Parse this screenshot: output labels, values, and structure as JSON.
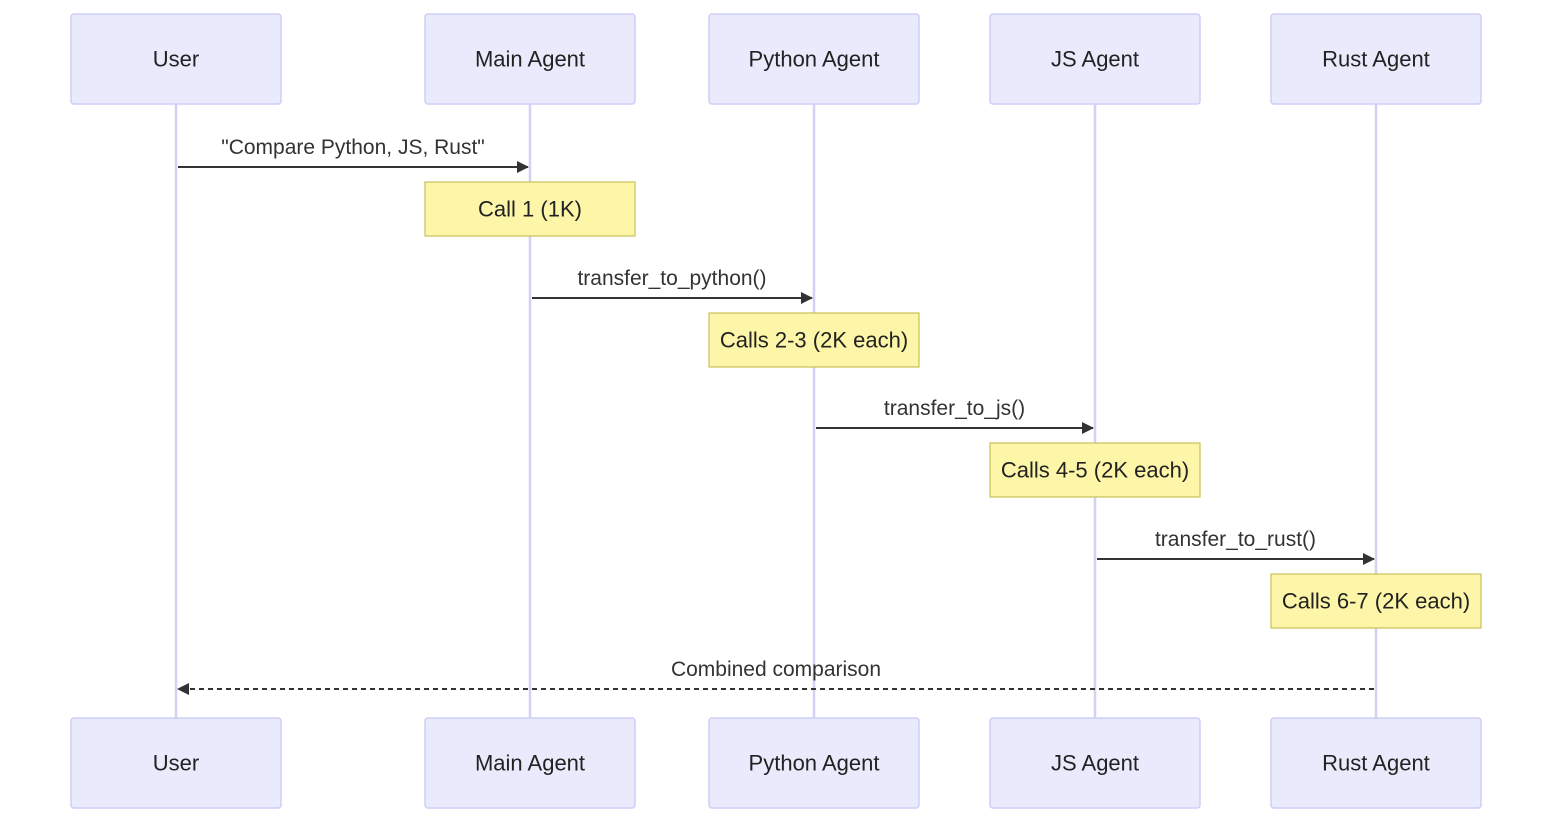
{
  "actors": [
    {
      "id": "user",
      "label": "User"
    },
    {
      "id": "main",
      "label": "Main Agent"
    },
    {
      "id": "python",
      "label": "Python Agent"
    },
    {
      "id": "js",
      "label": "JS Agent"
    },
    {
      "id": "rust",
      "label": "Rust Agent"
    }
  ],
  "messages": [
    {
      "from": "user",
      "to": "main",
      "label": "\"Compare Python, JS, Rust\"",
      "style": "solid"
    },
    {
      "from": "main",
      "to": "python",
      "label": "transfer_to_python()",
      "style": "solid"
    },
    {
      "from": "python",
      "to": "js",
      "label": "transfer_to_js()",
      "style": "solid"
    },
    {
      "from": "js",
      "to": "rust",
      "label": "transfer_to_rust()",
      "style": "solid"
    },
    {
      "from": "rust",
      "to": "user",
      "label": "Combined comparison",
      "style": "dashed"
    }
  ],
  "notes": [
    {
      "over": "main",
      "label": "Call 1 (1K)"
    },
    {
      "over": "python",
      "label": "Calls 2-3 (2K each)"
    },
    {
      "over": "js",
      "label": "Calls 4-5 (2K each)"
    },
    {
      "over": "rust",
      "label": "Calls 6-7 (2K each)"
    }
  ],
  "colors": {
    "actor_fill": "#eaeafd",
    "actor_stroke": "#cfcdf7",
    "lifeline": "#d4d0f6",
    "note_fill": "#fdf6a8",
    "note_stroke": "#c8c25a",
    "arrow": "#333333"
  }
}
